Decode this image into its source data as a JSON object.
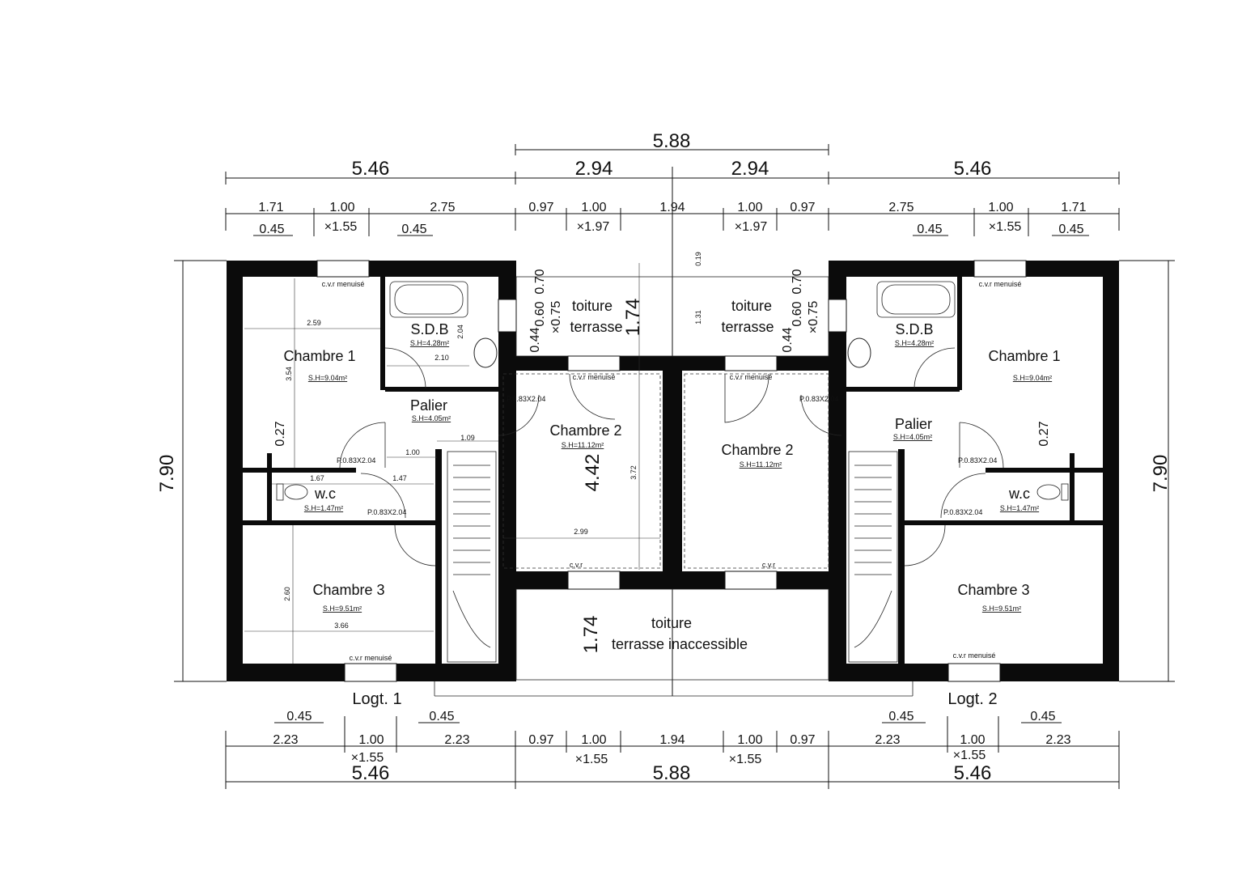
{
  "dimensions": {
    "top_overall": "5.88",
    "top_main": [
      "5.46",
      "2.94",
      "2.94",
      "5.46"
    ],
    "top_sub": [
      "1.71",
      "1.00",
      "2.75",
      "0.97",
      "1.00",
      "1.94",
      "1.00",
      "0.97",
      "2.75",
      "1.00",
      "1.71"
    ],
    "top_sub2": [
      "0.45",
      "×1.55",
      "0.45",
      "×1.97",
      "×1.97",
      "0.45",
      "×1.55",
      "0.45"
    ],
    "left_height": "7.90",
    "right_height": "7.90",
    "bottom_small": [
      "0.45",
      "0.45",
      "0.45",
      "0.45"
    ],
    "bottom_sub": [
      "2.23",
      "1.00",
      "2.23",
      "0.97",
      "1.00",
      "1.94",
      "1.00",
      "0.97",
      "2.23",
      "1.00",
      "2.23"
    ],
    "bottom_sub2": [
      "×1.55",
      "×1.55",
      "×1.55",
      "×1.55"
    ],
    "bottom_main": [
      "5.46",
      "5.88",
      "5.46"
    ]
  },
  "rooms": {
    "left_chambre1": {
      "name": "Chambre 1",
      "area": "S.H=9.04m²"
    },
    "left_sdb": {
      "name": "S.D.B",
      "area": "S.H=4.28m²"
    },
    "left_palier": {
      "name": "Palier",
      "area": "S.H=4.05m²"
    },
    "left_wc": {
      "name": "w.c",
      "area": "S.H=1.47m²"
    },
    "left_chambre3": {
      "name": "Chambre 3",
      "area": "S.H=9.51m²"
    },
    "left_chambre2": {
      "name": "Chambre 2",
      "area": "S.H=11.12m²"
    },
    "right_chambre2": {
      "name": "Chambre 2",
      "area": "S.H=11.12m²"
    },
    "right_sdb": {
      "name": "S.D.B",
      "area": "S.H=4.28m²"
    },
    "right_chambre1": {
      "name": "Chambre 1",
      "area": "S.H=9.04m²"
    },
    "right_palier": {
      "name": "Palier",
      "area": "S.H=4.05m²"
    },
    "right_wc": {
      "name": "w.c",
      "area": "S.H=1.47m²"
    },
    "right_chambre3": {
      "name": "Chambre 3",
      "area": "S.H=9.51m²"
    }
  },
  "terraces": {
    "left_top_line1": "toiture",
    "left_top_line2": "terrasse",
    "right_top_line1": "toiture",
    "right_top_line2": "terrasse",
    "bottom_line1": "toiture",
    "bottom_line2": "terrasse inaccessible"
  },
  "labels": {
    "logt1": "Logt. 1",
    "logt2": "Logt. 2",
    "cvr": "c.v.r menuisé",
    "cvr_short": "c.v.r",
    "door": "P.0.83X2.04",
    "vertical_4_42": "4.42",
    "vertical_1_74_top": "1.74",
    "vertical_1_74_bottom": "1.74",
    "vertical_0_27": "0.27",
    "vertical_7_90": "7.90",
    "interior": {
      "d259": "2.59",
      "d354": "3.54",
      "d210": "2.10",
      "d204": "2.04",
      "d100": "1.00",
      "d109": "1.09",
      "d167": "1.67",
      "d147": "1.47",
      "d260": "2.60",
      "d366": "3.66",
      "d372": "3.72",
      "d299": "2.99",
      "d019": "0.19",
      "d131": "1.31",
      "d060": "0.60",
      "d070": "0.70",
      "d075": "×0.75",
      "d044": "0.44"
    }
  }
}
